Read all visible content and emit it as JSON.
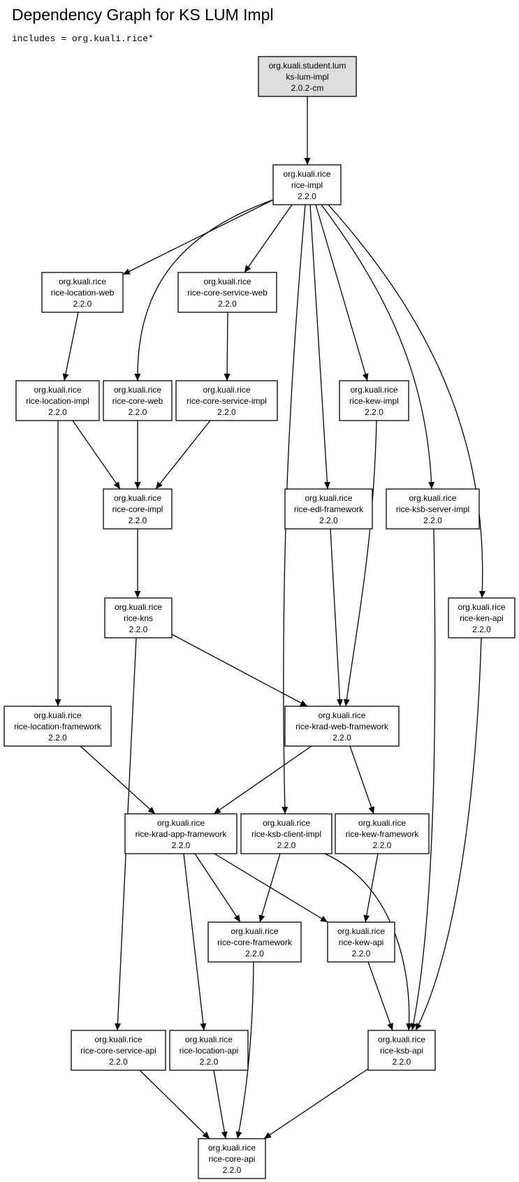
{
  "page": {
    "title": "Dependency Graph for KS LUM Impl",
    "subtitle": "includes = org.kuali.rice*"
  },
  "graph": {
    "nodes": [
      {
        "id": "ks-lum-impl",
        "group": "org.kuali.student.lum",
        "artifact": "ks-lum-impl",
        "version": "2.0.2-cm",
        "root": true
      },
      {
        "id": "rice-impl",
        "group": "org.kuali.rice",
        "artifact": "rice-impl",
        "version": "2.2.0"
      },
      {
        "id": "rice-location-web",
        "group": "org.kuali.rice",
        "artifact": "rice-location-web",
        "version": "2.2.0"
      },
      {
        "id": "rice-core-service-web",
        "group": "org.kuali.rice",
        "artifact": "rice-core-service-web",
        "version": "2.2.0"
      },
      {
        "id": "rice-location-impl",
        "group": "org.kuali.rice",
        "artifact": "rice-location-impl",
        "version": "2.2.0"
      },
      {
        "id": "rice-core-web",
        "group": "org.kuali.rice",
        "artifact": "rice-core-web",
        "version": "2.2.0"
      },
      {
        "id": "rice-core-service-impl",
        "group": "org.kuali.rice",
        "artifact": "rice-core-service-impl",
        "version": "2.2.0"
      },
      {
        "id": "rice-kew-impl",
        "group": "org.kuali.rice",
        "artifact": "rice-kew-impl",
        "version": "2.2.0"
      },
      {
        "id": "rice-core-impl",
        "group": "org.kuali.rice",
        "artifact": "rice-core-impl",
        "version": "2.2.0"
      },
      {
        "id": "rice-edl-framework",
        "group": "org.kuali.rice",
        "artifact": "rice-edl-framework",
        "version": "2.2.0"
      },
      {
        "id": "rice-ksb-server-impl",
        "group": "org.kuali.rice",
        "artifact": "rice-ksb-server-impl",
        "version": "2.2.0"
      },
      {
        "id": "rice-kns",
        "group": "org.kuali.rice",
        "artifact": "rice-kns",
        "version": "2.2.0"
      },
      {
        "id": "rice-ken-api",
        "group": "org.kuali.rice",
        "artifact": "rice-ken-api",
        "version": "2.2.0"
      },
      {
        "id": "rice-location-framework",
        "group": "org.kuali.rice",
        "artifact": "rice-location-framework",
        "version": "2.2.0"
      },
      {
        "id": "rice-krad-web-framework",
        "group": "org.kuali.rice",
        "artifact": "rice-krad-web-framework",
        "version": "2.2.0"
      },
      {
        "id": "rice-krad-app-framework",
        "group": "org.kuali.rice",
        "artifact": "rice-krad-app-framework",
        "version": "2.2.0"
      },
      {
        "id": "rice-ksb-client-impl",
        "group": "org.kuali.rice",
        "artifact": "rice-ksb-client-impl",
        "version": "2.2.0"
      },
      {
        "id": "rice-kew-framework",
        "group": "org.kuali.rice",
        "artifact": "rice-kew-framework",
        "version": "2.2.0"
      },
      {
        "id": "rice-core-framework",
        "group": "org.kuali.rice",
        "artifact": "rice-core-framework",
        "version": "2.2.0"
      },
      {
        "id": "rice-kew-api",
        "group": "org.kuali.rice",
        "artifact": "rice-kew-api",
        "version": "2.2.0"
      },
      {
        "id": "rice-core-service-api",
        "group": "org.kuali.rice",
        "artifact": "rice-core-service-api",
        "version": "2.2.0"
      },
      {
        "id": "rice-location-api",
        "group": "org.kuali.rice",
        "artifact": "rice-location-api",
        "version": "2.2.0"
      },
      {
        "id": "rice-ksb-api",
        "group": "org.kuali.rice",
        "artifact": "rice-ksb-api",
        "version": "2.2.0"
      },
      {
        "id": "rice-core-api",
        "group": "org.kuali.rice",
        "artifact": "rice-core-api",
        "version": "2.2.0"
      }
    ],
    "edges": [
      {
        "from": "ks-lum-impl",
        "to": "rice-impl"
      },
      {
        "from": "rice-impl",
        "to": "rice-location-web"
      },
      {
        "from": "rice-impl",
        "to": "rice-core-service-web"
      },
      {
        "from": "rice-impl",
        "to": "rice-core-web"
      },
      {
        "from": "rice-impl",
        "to": "rice-kew-impl"
      },
      {
        "from": "rice-impl",
        "to": "rice-edl-framework"
      },
      {
        "from": "rice-impl",
        "to": "rice-ksb-server-impl"
      },
      {
        "from": "rice-impl",
        "to": "rice-ken-api"
      },
      {
        "from": "rice-impl",
        "to": "rice-ksb-client-impl"
      },
      {
        "from": "rice-location-web",
        "to": "rice-location-impl"
      },
      {
        "from": "rice-core-service-web",
        "to": "rice-core-service-impl"
      },
      {
        "from": "rice-location-impl",
        "to": "rice-core-impl"
      },
      {
        "from": "rice-location-impl",
        "to": "rice-location-framework"
      },
      {
        "from": "rice-core-web",
        "to": "rice-core-impl"
      },
      {
        "from": "rice-core-service-impl",
        "to": "rice-core-impl"
      },
      {
        "from": "rice-kew-impl",
        "to": "rice-krad-web-framework"
      },
      {
        "from": "rice-core-impl",
        "to": "rice-kns"
      },
      {
        "from": "rice-edl-framework",
        "to": "rice-krad-web-framework"
      },
      {
        "from": "rice-ksb-server-impl",
        "to": "rice-ksb-api"
      },
      {
        "from": "rice-kns",
        "to": "rice-krad-web-framework"
      },
      {
        "from": "rice-kns",
        "to": "rice-core-service-api"
      },
      {
        "from": "rice-ken-api",
        "to": "rice-ksb-api"
      },
      {
        "from": "rice-location-framework",
        "to": "rice-krad-app-framework"
      },
      {
        "from": "rice-krad-web-framework",
        "to": "rice-krad-app-framework"
      },
      {
        "from": "rice-krad-web-framework",
        "to": "rice-kew-framework"
      },
      {
        "from": "rice-krad-app-framework",
        "to": "rice-core-framework"
      },
      {
        "from": "rice-krad-app-framework",
        "to": "rice-kew-api"
      },
      {
        "from": "rice-krad-app-framework",
        "to": "rice-location-api"
      },
      {
        "from": "rice-ksb-client-impl",
        "to": "rice-core-framework"
      },
      {
        "from": "rice-ksb-client-impl",
        "to": "rice-ksb-api"
      },
      {
        "from": "rice-kew-framework",
        "to": "rice-kew-api"
      },
      {
        "from": "rice-kew-api",
        "to": "rice-ksb-api"
      },
      {
        "from": "rice-core-framework",
        "to": "rice-core-api"
      },
      {
        "from": "rice-core-service-api",
        "to": "rice-core-api"
      },
      {
        "from": "rice-location-api",
        "to": "rice-core-api"
      },
      {
        "from": "rice-ksb-api",
        "to": "rice-core-api"
      }
    ]
  }
}
